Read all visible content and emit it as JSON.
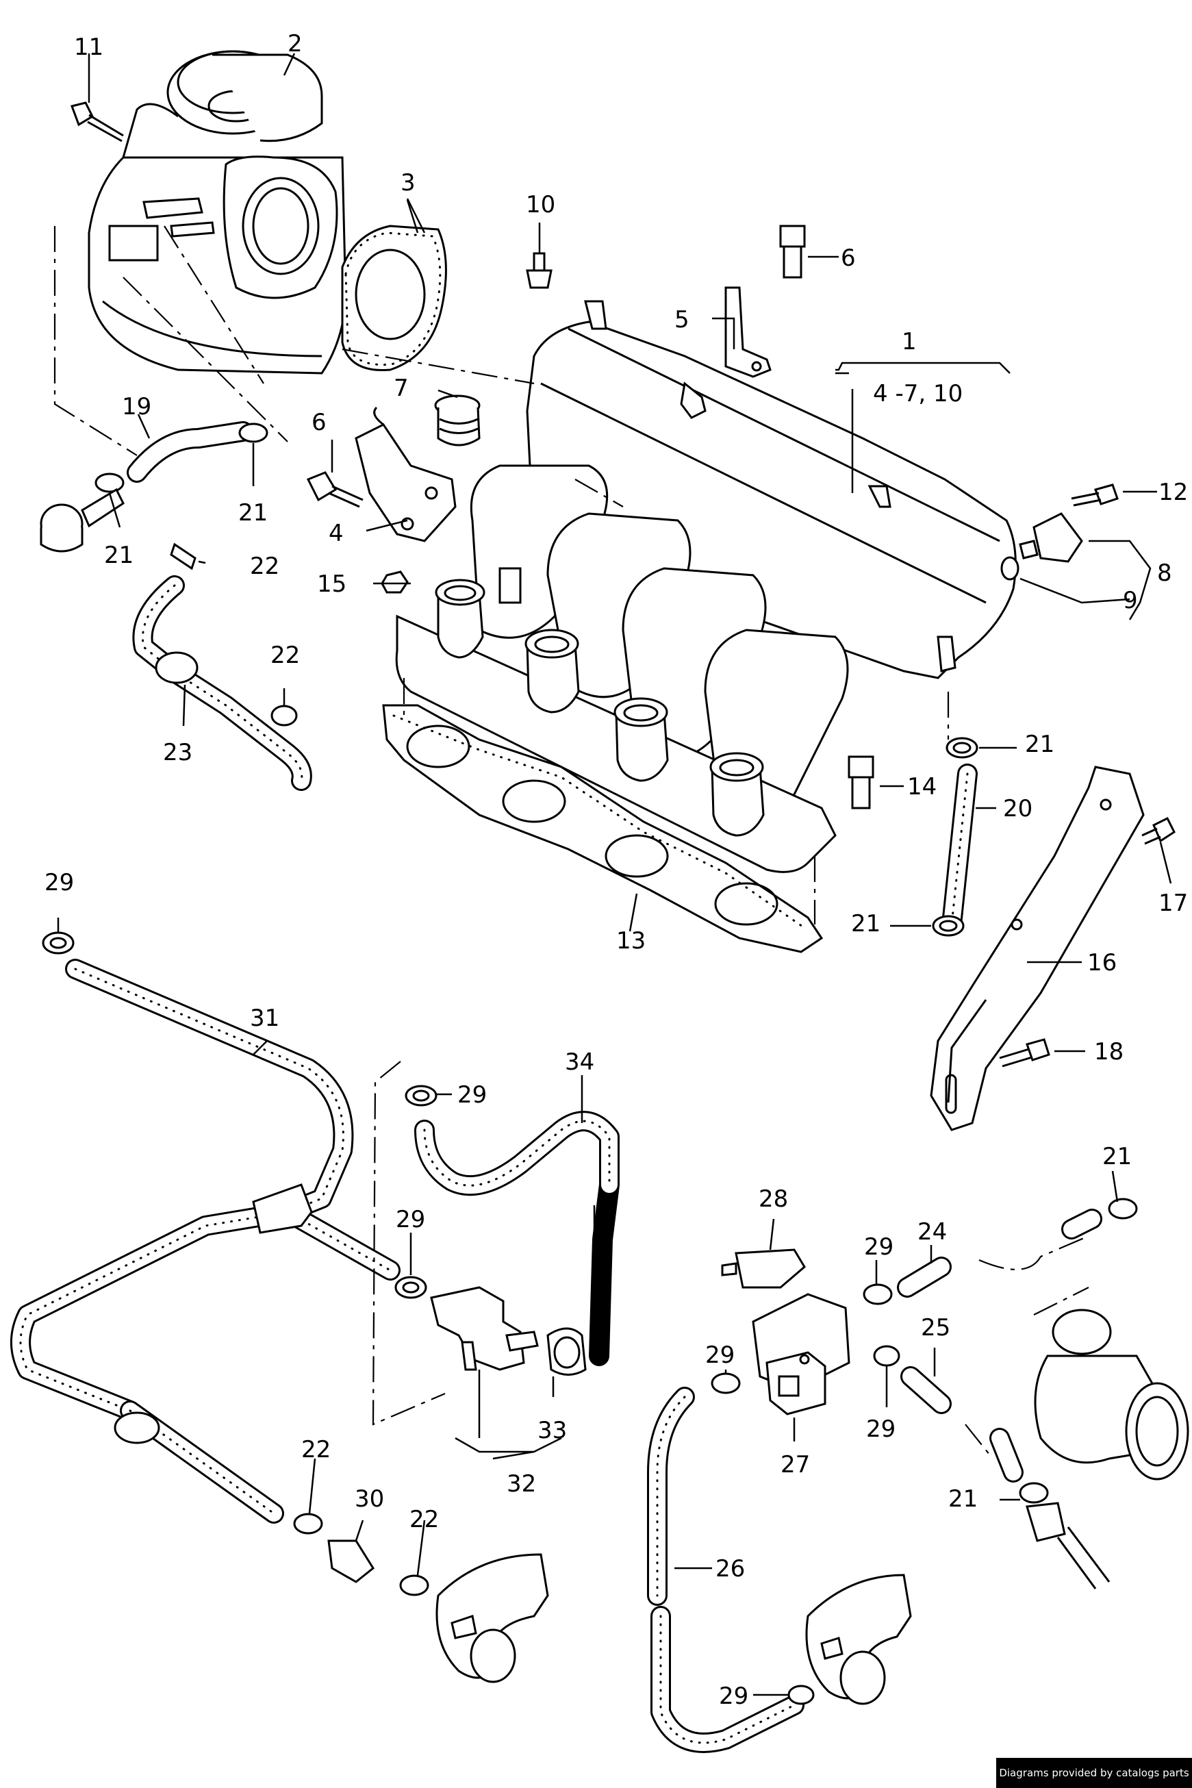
{
  "diagram": {
    "labels": {
      "p1": "1",
      "p1sub": "4 -7, 10",
      "p2": "2",
      "p3": "3",
      "p4": "4",
      "p5": "5",
      "p6a": "6",
      "p6b": "6",
      "p7": "7",
      "p8": "8",
      "p9": "9",
      "p10": "10",
      "p11": "11",
      "p12": "12",
      "p13": "13",
      "p14": "14",
      "p15": "15",
      "p16": "16",
      "p17": "17",
      "p18": "18",
      "p19": "19",
      "p20": "20",
      "p21a": "21",
      "p21b": "21",
      "p21c": "21",
      "p21d": "21",
      "p21e": "21",
      "p21f": "21",
      "p22a": "22",
      "p22b": "22",
      "p22c": "22",
      "p22d": "22",
      "p23": "23",
      "p24": "24",
      "p25": "25",
      "p26": "26",
      "p27": "27",
      "p28": "28",
      "p29a": "29",
      "p29b": "29",
      "p29c": "29",
      "p29d": "29",
      "p29e": "29",
      "p29f": "29",
      "p29g": "29",
      "p30": "30",
      "p31": "31",
      "p32": "32",
      "p33": "33",
      "p34": "34"
    }
  },
  "footer": {
    "text": "Diagrams provided by catalogs parts"
  }
}
